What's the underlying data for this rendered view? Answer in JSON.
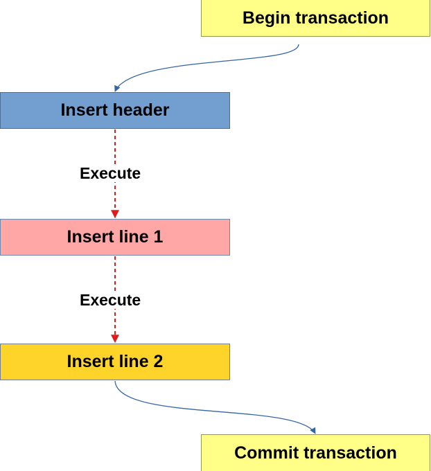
{
  "nodes": {
    "begin": "Begin transaction",
    "header": "Insert header",
    "line1": "Insert line 1",
    "line2": "Insert line 2",
    "commit": "Commit transaction"
  },
  "edges": {
    "execute_1": "Execute",
    "execute_2": "Execute"
  },
  "colors": {
    "begin_fill": "#ffff88",
    "header_fill": "#729fcf",
    "line1_fill": "#ffa6a6",
    "line2_fill": "#ffd42a",
    "commit_fill": "#ffff88",
    "curve_connector": "#3465a4",
    "dashed_connector": "#e01b1b"
  }
}
